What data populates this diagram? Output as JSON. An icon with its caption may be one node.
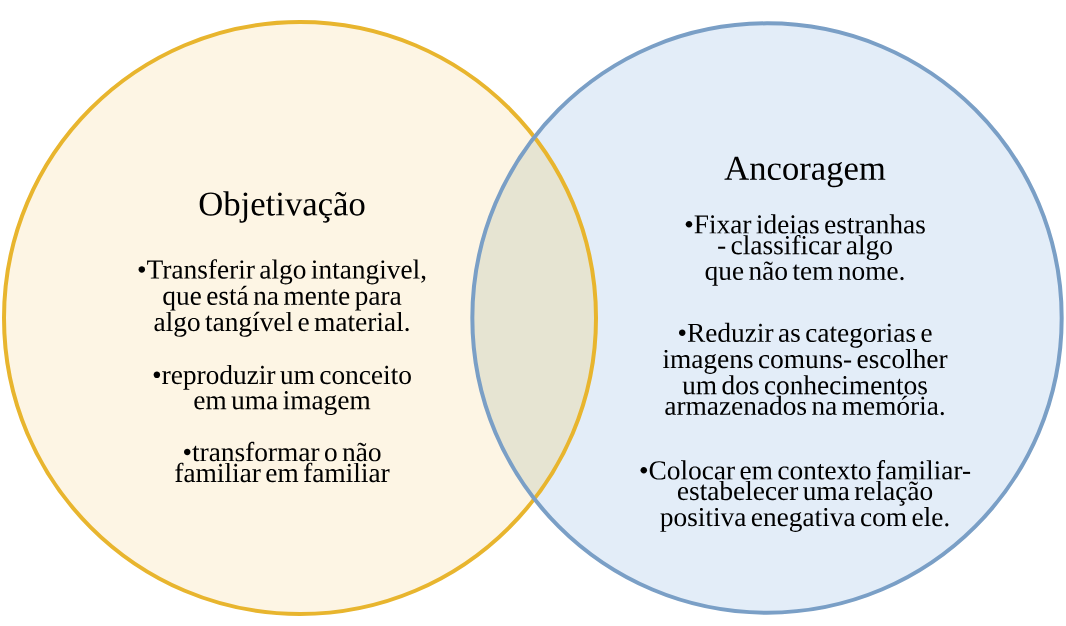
{
  "diagram": {
    "nodes": [
      {
        "text": [
          "Objetivação",
          "•Transferir algo intangivel, que está na mente para algo tangível e material.",
          "•reproduzir um conceito em uma imagem",
          "•transformar o não familiar em familiar"
        ]
      },
      {
        "text": [
          "Ancoragem",
          "•Fixar ideias estranhas - classificar algo que não tem nome.",
          "•Reduzir as categorias e imagens comuns- escolher um dos conhecimentos armazenados na memória.",
          "•Colocar em contexto familiar- estabelecer uma relação positiva enegativa com ele."
        ]
      }
    ]
  }
}
